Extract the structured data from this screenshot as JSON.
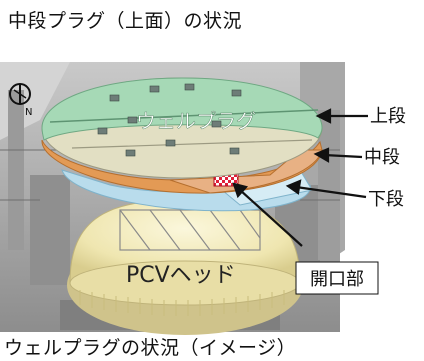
{
  "header": {
    "title": "中段プラグ（上面）の状況"
  },
  "diagram": {
    "plug_label": "ウェルプラグ",
    "upper_label": "上段",
    "middle_label": "中段",
    "lower_label": "下段",
    "head_label": "PCVヘッド",
    "opening_label": "開口部",
    "compass_label": "N",
    "colors": {
      "upper": "#a6d9b6",
      "middle": "#e2dfc3",
      "orange": "#e39a55",
      "lower": "#b9dcec",
      "head": "#f1e9b7",
      "structure": "#b8b8b8"
    }
  },
  "footer": {
    "caption": "ウェルプラグの状況（イメージ）"
  }
}
